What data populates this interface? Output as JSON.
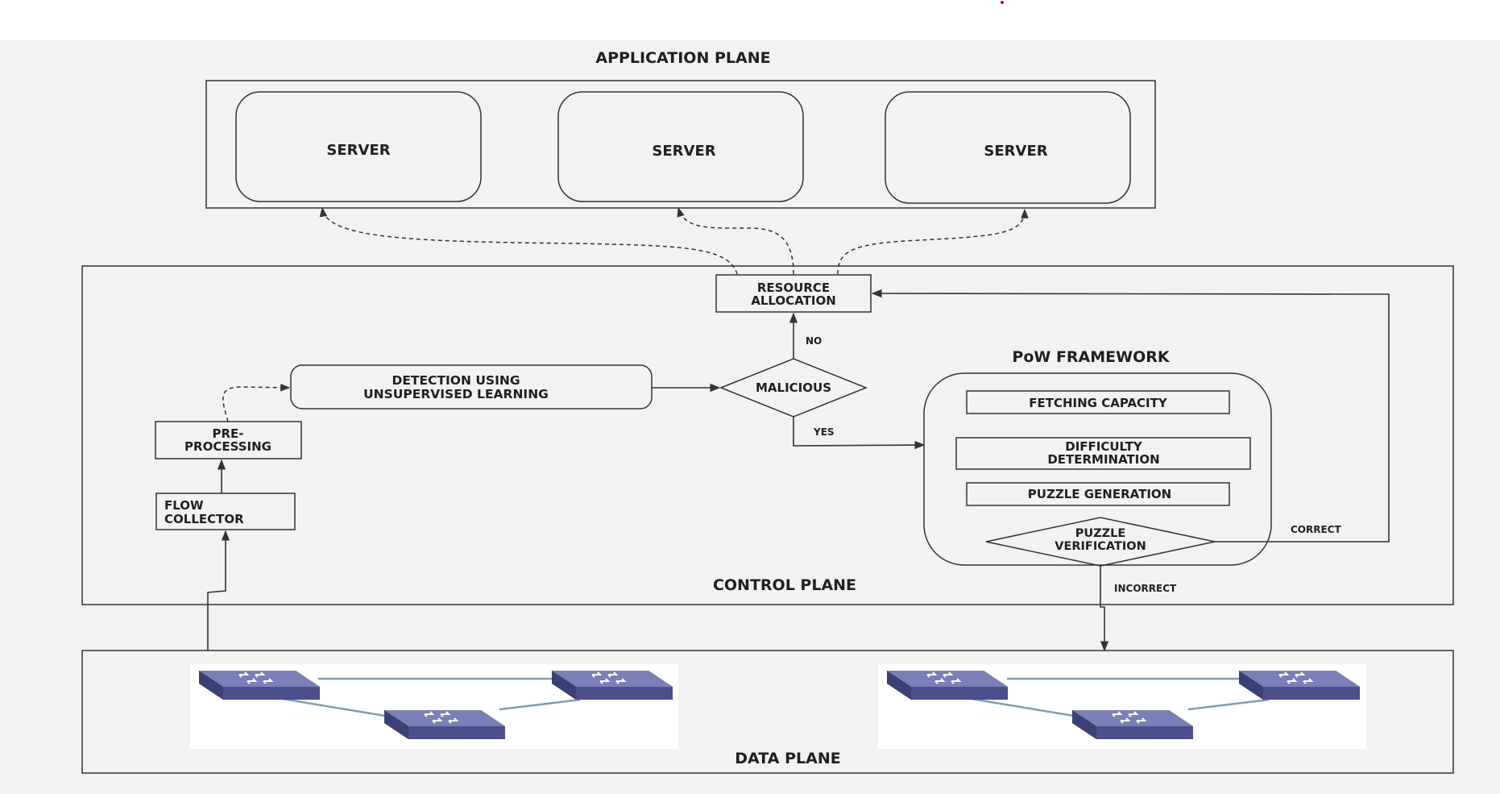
{
  "colors": {
    "background": "#f2f2f2",
    "outline": "#333333",
    "switch_top": "#7b7fb8",
    "switch_side": "#4b4f8a",
    "switch_link": "#7f9cb4",
    "red_dot": "#cc0000"
  },
  "application_plane": {
    "title": "APPLICATION PLANE",
    "servers": [
      "SERVER",
      "SERVER",
      "SERVER"
    ]
  },
  "control_plane": {
    "title": "CONTROL PLANE",
    "resource_allocation": [
      "RESOURCE",
      "ALLOCATION"
    ],
    "detection": [
      "DETECTION USING",
      "UNSUPERVISED LEARNING"
    ],
    "malicious": "MALICIOUS",
    "no_label": "NO",
    "yes_label": "YES",
    "pre_processing": [
      "PRE-",
      "PROCESSING"
    ],
    "flow_collector": [
      "FLOW",
      "COLLECTOR"
    ],
    "pow": {
      "title": "PoW FRAMEWORK",
      "fetching": "FETCHING CAPACITY",
      "difficulty": [
        "DIFFICULTY",
        "DETERMINATION"
      ],
      "puzzle_generation": "PUZZLE GENERATION",
      "puzzle_verification": [
        "PUZZLE",
        "VERIFICATION"
      ]
    },
    "correct_label": "CORRECT",
    "incorrect_label": "INCORRECT"
  },
  "data_plane": {
    "title": "DATA PLANE",
    "switch_icon": "network-switch-icon"
  }
}
